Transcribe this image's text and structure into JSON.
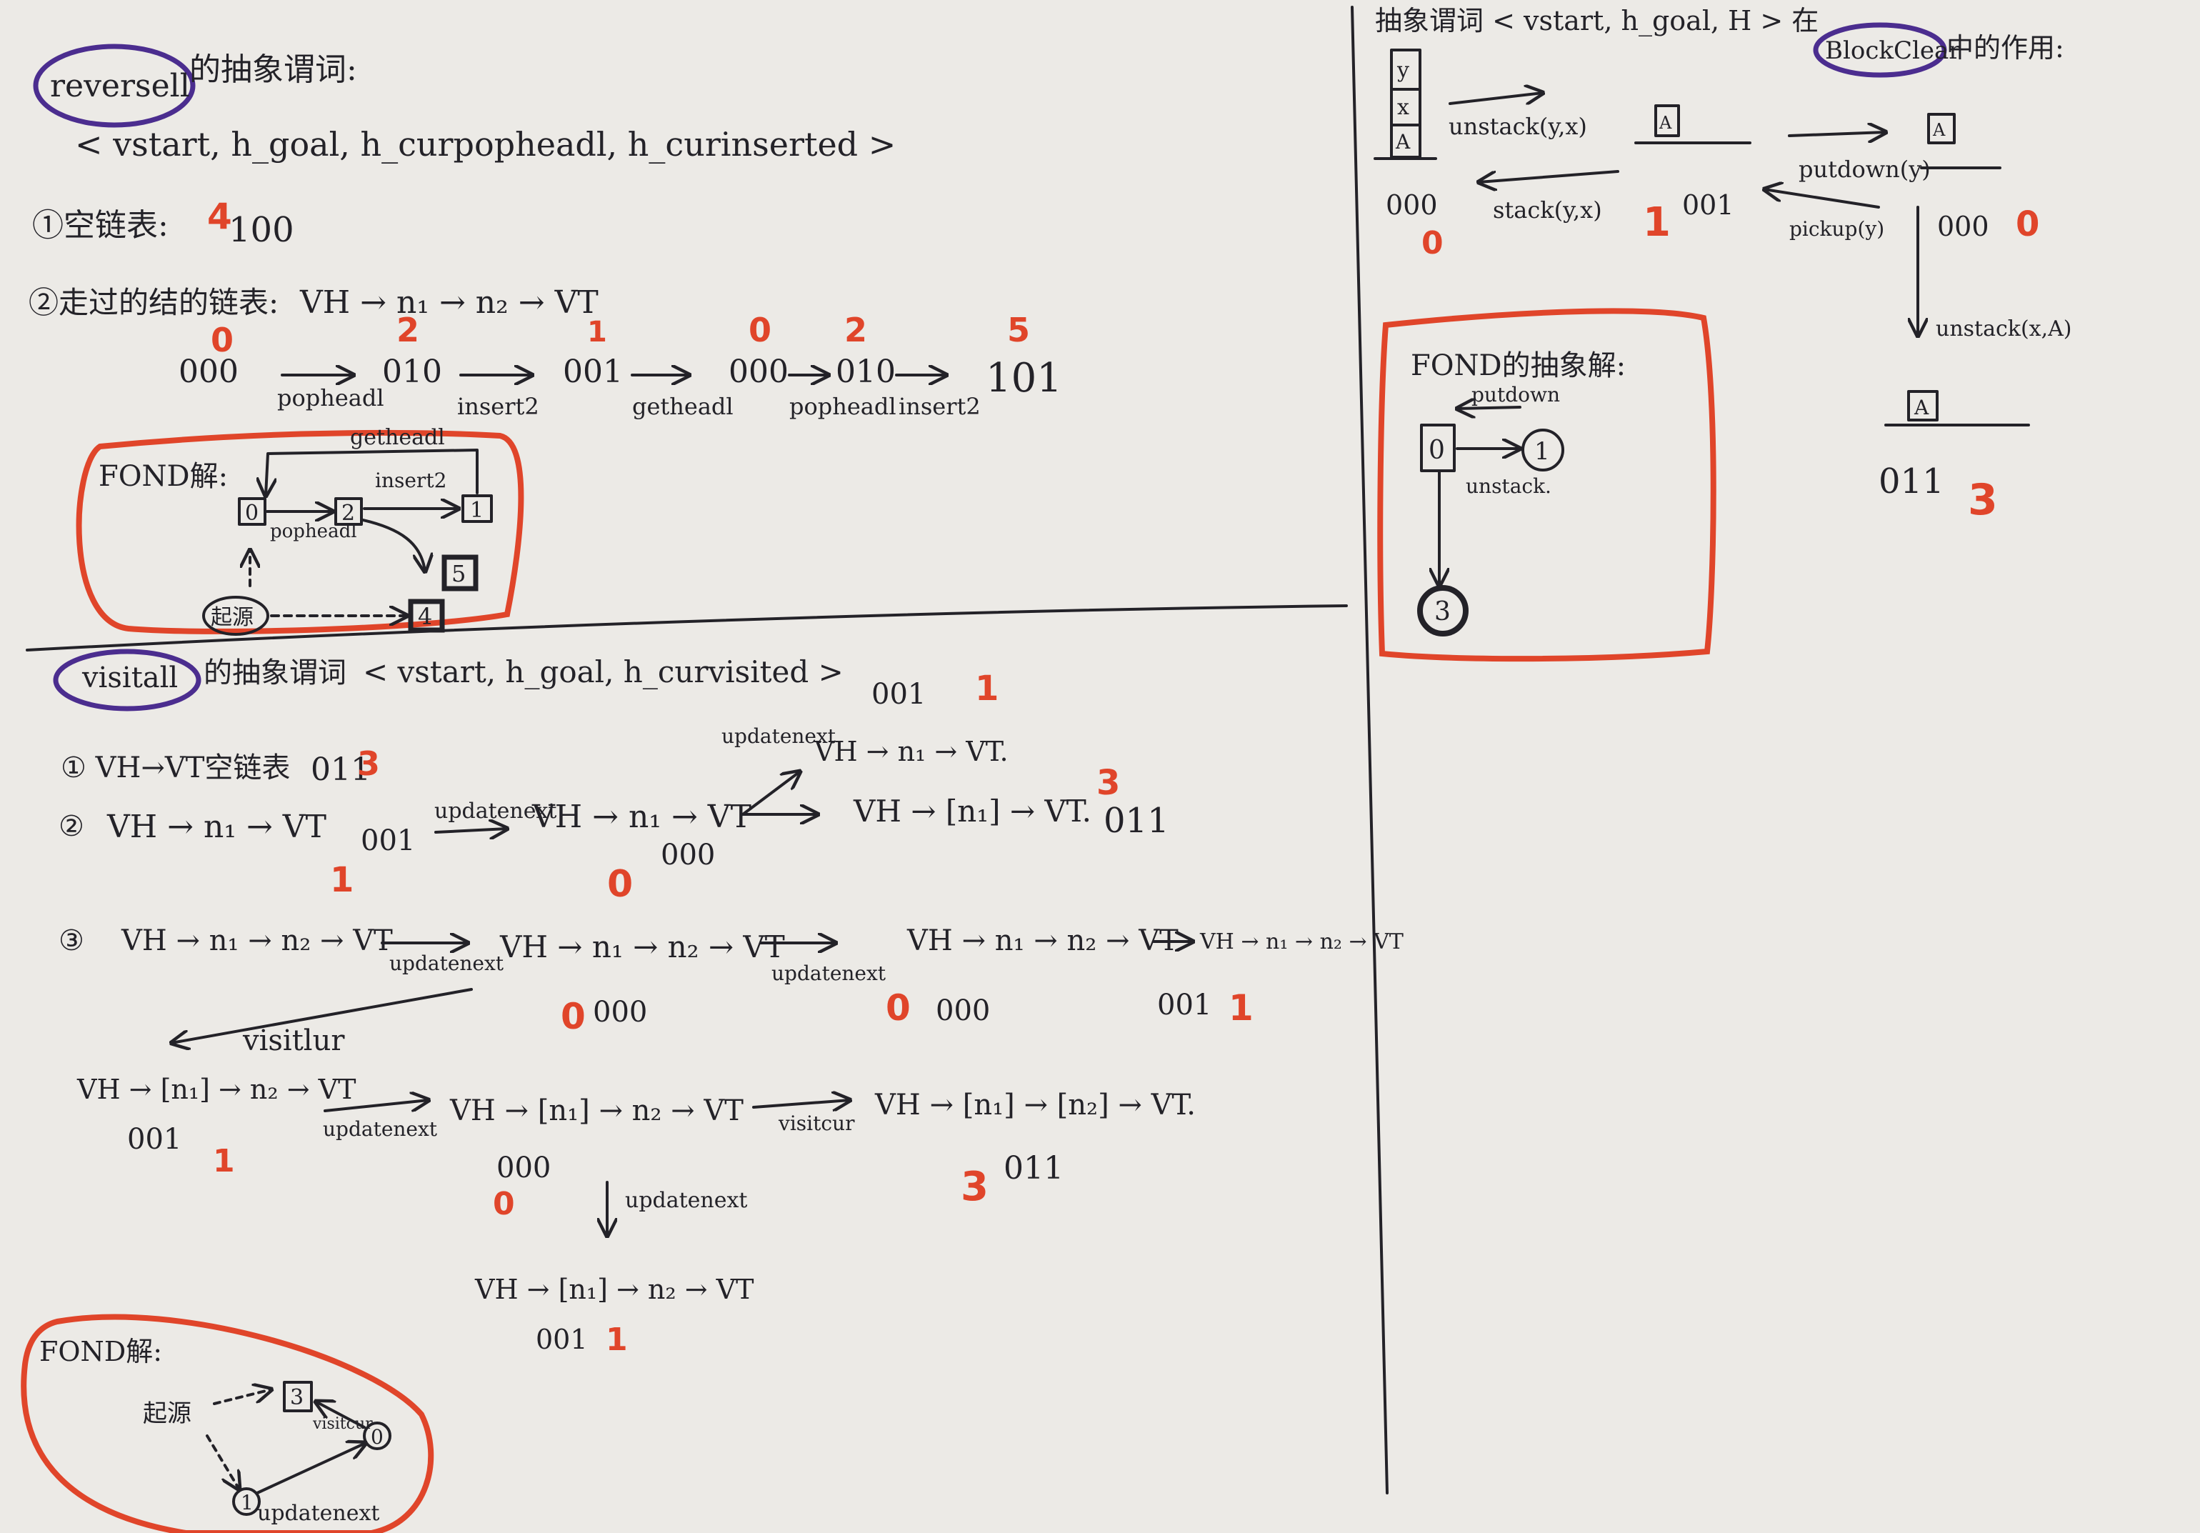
{
  "colors": {
    "paper": "#eceae6",
    "ink": "#232228",
    "red_pen": "#e0452a",
    "purple_pen": "#4b2d8f"
  },
  "reverse": {
    "heading_word": "reversell",
    "heading_rest": "的抽象谓词:",
    "predicate": "< vstart, h_goal, h_curpopheadl, h_curinserted >",
    "item1_label": "①空链表:",
    "item1_value": "100",
    "item1_mark": "4",
    "item2_label": "②走过的结的链表:",
    "item2_chain": "VH → n₁ → n₂ → VT",
    "states": [
      {
        "bits": "000",
        "mark": "0"
      },
      {
        "bits": "010",
        "mark": "2"
      },
      {
        "bits": "001",
        "mark": "1"
      },
      {
        "bits": "000",
        "mark": "0"
      },
      {
        "bits": "010",
        "mark": "2"
      },
      {
        "bits": "101",
        "mark": "5"
      }
    ],
    "actions": [
      "popheadl",
      "insert2",
      "getheadl",
      "popheadl",
      "insert2"
    ],
    "fond": {
      "label": "FOND解:",
      "nodes": [
        "0",
        "2",
        "1",
        "5",
        "4"
      ],
      "edges": [
        "popheadl",
        "insert2",
        "getheadl"
      ],
      "start": "起源"
    }
  },
  "visit": {
    "heading_word": "visitall",
    "heading_rest": "的抽象谓词",
    "predicate": "< vstart, h_goal, h_curvisited >",
    "item1": {
      "label": "① VH→VT空链表",
      "bits": "011",
      "mark": "3"
    },
    "item2": {
      "label": "②",
      "chain": "VH → n₁ → VT",
      "bits": "001",
      "mark": "1",
      "action": "updatenext",
      "chain2": "VH → n₁ → VT",
      "bits2": "000",
      "mark2": "0",
      "branch_action": "updatenext",
      "branch_chain": "VH → n₁ → VT.",
      "branch_bits": "001",
      "branch_mark": "1",
      "chain3": "VH → [n₁] → VT.",
      "bits3": "011",
      "mark3": "3"
    },
    "item3": {
      "label": "③",
      "chain": "VH → n₁ → n₂ → VT",
      "action": "updatenext",
      "chain2": "VH → n₁ → n₂ → VT",
      "bits2": "000",
      "mark2": "0",
      "action2": "updatenext",
      "chain3": "VH → n₁ → n₂ → VT",
      "bits3": "000",
      "mark3": "0",
      "chain4": "VH → n₁ → n₂ → VT",
      "bits4": "001",
      "mark4": "1",
      "back_action": "visitlur"
    },
    "row4": {
      "chain": "VH → [n₁] → n₂ → VT",
      "bits": "001",
      "mark": "1",
      "action": "updatenext",
      "chain2": "VH → [n₁] → n₂ → VT",
      "bits2": "000",
      "mark2": "0",
      "action2": "visitcur",
      "chain3": "VH → [n₁] → [n₂] → VT.",
      "bits3": "011",
      "mark3": "3",
      "down_action": "updatenext",
      "chain4": "VH → [n₁] → n₂ → VT",
      "bits4": "001",
      "mark4": "1"
    },
    "fond": {
      "label": "FOND解:",
      "nodes": [
        "3",
        "0",
        "1"
      ],
      "edges": [
        "visitcur",
        "updatenext"
      ],
      "start": "起源"
    }
  },
  "blocks": {
    "heading": "抽象谓词 < vstart, h_goal, H > 在",
    "heading_word": "BlockClear",
    "heading_rest": "中的作用:",
    "stack_labels": [
      "y",
      "x",
      "A"
    ],
    "actions": [
      "unstack(y,x)",
      "stack(y,x)",
      "putdown(y)",
      "pickup(y)",
      "unstack(x,A)"
    ],
    "states": [
      {
        "bits": "000",
        "mark": "0"
      },
      {
        "bits": "001",
        "mark": "1"
      },
      {
        "bits": "000",
        "mark": "0"
      },
      {
        "bits": "011",
        "mark": "3"
      }
    ],
    "fond": {
      "label": "FOND的抽象解:",
      "nodes": [
        "0",
        "1",
        "3"
      ],
      "edges": [
        "putdown",
        "unstack."
      ]
    }
  }
}
